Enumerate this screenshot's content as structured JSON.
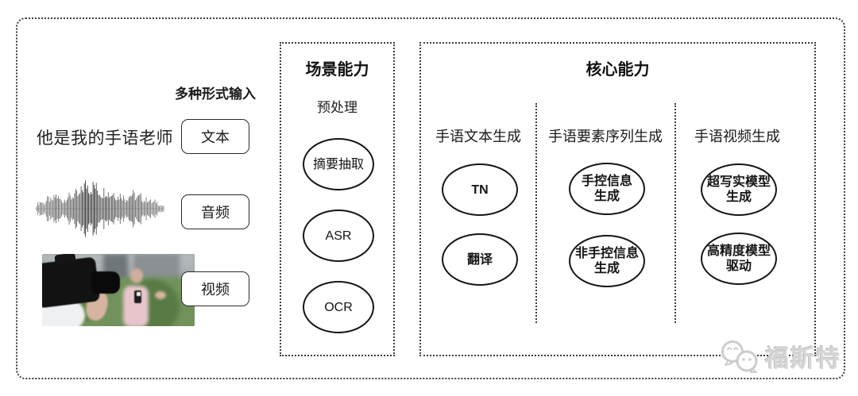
{
  "input_section": {
    "label": "多种形式输入",
    "text_sample": "他是我的手语老师",
    "items": [
      {
        "label": "文本"
      },
      {
        "label": "音频"
      },
      {
        "label": "视频"
      }
    ]
  },
  "scene_box": {
    "title": "场景能力",
    "subtitle": "预处理",
    "nodes": [
      {
        "lines": [
          "摘要抽取"
        ]
      },
      {
        "lines": [
          "ASR"
        ]
      },
      {
        "lines": [
          "OCR"
        ]
      }
    ]
  },
  "core_box": {
    "title": "核心能力",
    "columns": [
      {
        "header": "手语文本生成",
        "nodes": [
          {
            "lines": [
              "TN"
            ]
          },
          {
            "lines": [
              "翻译"
            ]
          }
        ]
      },
      {
        "header": "手语要素序列生成",
        "nodes": [
          {
            "lines": [
              "手控信息",
              "生成"
            ]
          },
          {
            "lines": [
              "非手控信息",
              "生成"
            ]
          }
        ]
      },
      {
        "header": "手语视频生成",
        "nodes": [
          {
            "lines": [
              "超写实模型",
              "生成"
            ]
          },
          {
            "lines": [
              "高精度模型",
              "驱动"
            ]
          }
        ]
      }
    ]
  },
  "watermark": {
    "text": "福斯特",
    "icon": "chat-bubbles-icon"
  },
  "colors": {
    "frame_border": "#3c3c3c",
    "node_stroke": "#161616",
    "ink": "#1a1a1a",
    "watermark_gray": "#d6d6d6",
    "background": "#ffffff"
  },
  "waveform": {
    "envelope": [
      0.16,
      0.3,
      0.2,
      0.42,
      0.3,
      0.55,
      0.38,
      0.3,
      0.52,
      0.45,
      0.62,
      0.5,
      0.85,
      1.0,
      0.8,
      0.95,
      0.72,
      0.6,
      0.78,
      0.55,
      0.65,
      0.45,
      0.58,
      0.38,
      0.52,
      0.6,
      0.42,
      0.5,
      0.32,
      0.4,
      0.24,
      0.3,
      0.16,
      0.1
    ]
  }
}
